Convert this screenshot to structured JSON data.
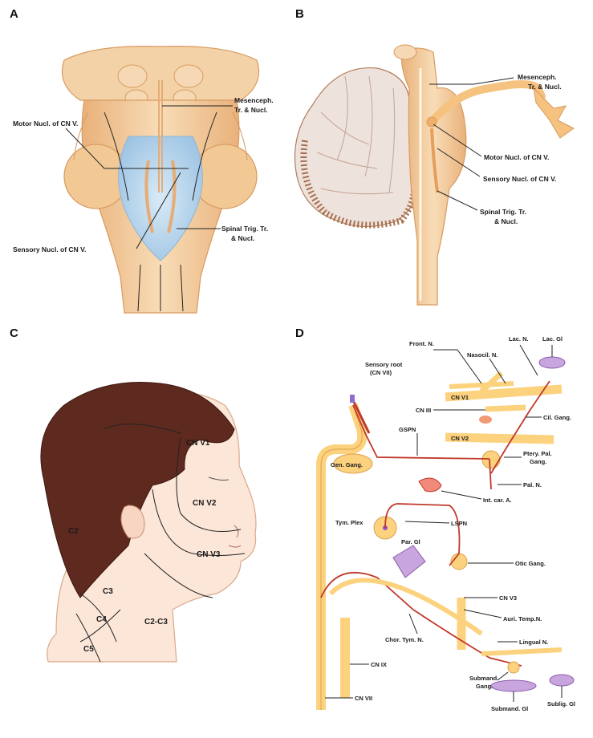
{
  "panels": {
    "a": {
      "letter": "A",
      "labels": {
        "mesenceph": [
          "Mesenceph.",
          "Tr. & Nucl."
        ],
        "motor": "Motor Nucl. of CN V.",
        "sensory": "Sensory Nucl. of CN V.",
        "spinal": [
          "Spinal Trig. Tr.",
          "& Nucl."
        ]
      }
    },
    "b": {
      "letter": "B",
      "labels": {
        "mesenceph": [
          "Mesenceph.",
          "Tr. & Nucl."
        ],
        "motor": "Motor Nucl. of CN V.",
        "sensory": "Sensory Nucl. of CN V.",
        "spinal": [
          "Spinal Trig. Tr.",
          "& Nucl."
        ]
      }
    },
    "c": {
      "letter": "C",
      "regions": {
        "v1": "CN V1",
        "v2": "CN V2",
        "v3": "CN V3",
        "c2": "C2",
        "c3": "C3",
        "c4": "C4",
        "c2c3": "C2-C3",
        "c5": "C5"
      }
    },
    "d": {
      "letter": "D",
      "labels": {
        "front_n": "Front. N.",
        "lac_n": "Lac. N.",
        "lac_gl": "Lac. Gl",
        "nasocil_n": "Nasocil. N.",
        "sensory_root": [
          "Sensory root",
          "(CN VII)"
        ],
        "cn_v1": "CN V1",
        "cn_iii": "CN III",
        "cil_gang": "Cil. Gang.",
        "cn_v2": "CN V2",
        "gspn": "GSPN",
        "gen_gang": "Gen. Gang.",
        "ptery_pal_gang": [
          "Ptery. Pal.",
          "Gang."
        ],
        "pal_n": "Pal. N.",
        "int_car_a": "Int. car. A.",
        "tym_plex": "Tym. Plex",
        "lspn": "LSPN",
        "par_gl": "Par. Gl",
        "otic_gang": "Otic Gang.",
        "cn_v3": "CN V3",
        "auri_temp_n": "Auri. Temp.N.",
        "chor_tym_n": "Chor. Tym. N.",
        "lingual_n": "Lingual N.",
        "cn_ix": "CN IX",
        "cn_vii": "CN VII",
        "submand_gang": [
          "Submand.",
          "Gang."
        ],
        "submand_gl": "Submand. Gl",
        "sublig_gl": "Sublig. Gl"
      }
    }
  },
  "colors": {
    "brainstem": "#f1cc9c",
    "brainstem_dark": "#d99a5f",
    "ventricle": "#bcd8ee",
    "cerebellum": "#eee4e0",
    "cerebellum_dark": "#b07d5c",
    "hair": "#5e2a1f",
    "skin": "#fbe7da",
    "nerve_yellow": "#fcd27e",
    "nerve_red": "#c0392b",
    "gland_purple": "#b58cd0"
  }
}
